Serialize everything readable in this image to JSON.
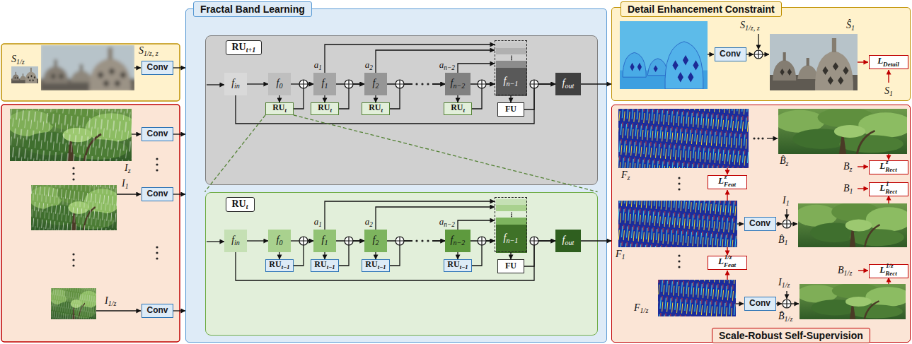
{
  "diagram": {
    "nodes": [
      {
        "text": [
          "Conv"
        ]
      },
      {
        "text": [
          "Conv"
        ]
      },
      {
        "text": [
          "Conv"
        ]
      },
      {
        "text": [
          "Conv"
        ]
      },
      {
        "text": [
          "Fractal Band Learning"
        ]
      },
      {
        "text": [
          "RUt+1"
        ],
        "in": 4
      },
      {
        "text": [
          "fin"
        ],
        "in": 5
      },
      {
        "text": [
          "f0"
        ],
        "in": 5
      },
      {
        "text": [
          "f1"
        ],
        "in": 5
      },
      {
        "text": [
          "f2"
        ],
        "in": 5
      },
      {
        "text": [
          "fn−2"
        ],
        "in": 5
      },
      {
        "text": [
          "fn−1"
        ],
        "in": 5
      },
      {
        "text": [
          "fout"
        ],
        "in": 5
      },
      {
        "text": [
          "RUt"
        ],
        "in": 5
      },
      {
        "text": [
          "RUt"
        ],
        "in": 5
      },
      {
        "text": [
          "RUt"
        ],
        "in": 5
      },
      {
        "text": [
          "RUt"
        ],
        "in": 5
      },
      {
        "text": [
          "FU"
        ],
        "in": 5
      },
      {
        "text": [
          "RUt"
        ],
        "in": 4
      },
      {
        "text": [
          "fin"
        ],
        "in": 18
      },
      {
        "text": [
          "f0"
        ],
        "in": 18
      },
      {
        "text": [
          "f1"
        ],
        "in": 18
      },
      {
        "text": [
          "f2"
        ],
        "in": 18
      },
      {
        "text": [
          "fn−2"
        ],
        "in": 18
      },
      {
        "text": [
          "fn−1"
        ],
        "in": 18
      },
      {
        "text": [
          "fout"
        ],
        "in": 18
      },
      {
        "text": [
          "RUt−1"
        ],
        "in": 18
      },
      {
        "text": [
          "RUt−1"
        ],
        "in": 18
      },
      {
        "text": [
          "RUt−1"
        ],
        "in": 18
      },
      {
        "text": [
          "RUt−1"
        ],
        "in": 18
      },
      {
        "text": [
          "FU"
        ],
        "in": 18
      },
      {
        "text": [
          "Detail Enhancement Constraint"
        ]
      },
      {
        "text": [
          "Conv"
        ],
        "in": 31
      },
      {
        "text": [
          "LDetail"
        ],
        "in": 31
      },
      {
        "text": [
          "Scale-Robust Self-Supervision"
        ]
      },
      {
        "text": [
          "LFeatz"
        ],
        "in": 34
      },
      {
        "text": [
          "LFeat1/z"
        ],
        "in": 34
      },
      {
        "text": [
          "Conv"
        ],
        "in": 34
      },
      {
        "text": [
          "Conv"
        ],
        "in": 34
      },
      {
        "text": [
          "LRectz"
        ],
        "in": 34
      },
      {
        "text": [
          "LRect1"
        ],
        "in": 34
      },
      {
        "text": [
          "LRect1/z"
        ],
        "in": 34
      }
    ],
    "edges": [
      {
        "from": 0,
        "to": 4,
        "arrow": "to"
      },
      {
        "from": 1,
        "to": 4,
        "arrow": "to"
      },
      {
        "from": 2,
        "to": 4,
        "arrow": "to"
      },
      {
        "from": 3,
        "to": 4,
        "arrow": "to"
      },
      {
        "from": 6,
        "to": 7,
        "arrow": "to"
      },
      {
        "from": 7,
        "to": 13,
        "arrow": "to"
      },
      {
        "from": 13,
        "to": 8,
        "arrow": "to"
      },
      {
        "from": 7,
        "to": 8,
        "arrow": "to"
      },
      {
        "from": 8,
        "to": 14,
        "arrow": "to"
      },
      {
        "from": 14,
        "to": 9,
        "arrow": "to"
      },
      {
        "from": 8,
        "to": 9,
        "arrow": "to"
      },
      {
        "from": 9,
        "to": 15,
        "arrow": "to"
      },
      {
        "from": 15,
        "to": 10,
        "arrow": "to"
      },
      {
        "from": 9,
        "to": 10,
        "arrow": "to"
      },
      {
        "from": 10,
        "to": 16,
        "arrow": "to"
      },
      {
        "from": 16,
        "to": 11,
        "arrow": "to"
      },
      {
        "from": 10,
        "to": 11,
        "arrow": "to"
      },
      {
        "from": 11,
        "to": 17,
        "arrow": "to"
      },
      {
        "from": 17,
        "to": 12,
        "arrow": "to"
      },
      {
        "from": 6,
        "to": 12,
        "arrow": "to"
      },
      {
        "from": 8,
        "to": 11,
        "label": "a1",
        "arrow": "to"
      },
      {
        "from": 9,
        "to": 11,
        "label": "a2",
        "arrow": "to"
      },
      {
        "from": 10,
        "to": 11,
        "label": "an−2",
        "arrow": "to"
      },
      {
        "from": 19,
        "to": 20,
        "arrow": "to"
      },
      {
        "from": 20,
        "to": 26,
        "arrow": "to"
      },
      {
        "from": 26,
        "to": 21,
        "arrow": "to"
      },
      {
        "from": 20,
        "to": 21,
        "arrow": "to"
      },
      {
        "from": 21,
        "to": 27,
        "arrow": "to"
      },
      {
        "from": 27,
        "to": 22,
        "arrow": "to"
      },
      {
        "from": 21,
        "to": 22,
        "arrow": "to"
      },
      {
        "from": 22,
        "to": 28,
        "arrow": "to"
      },
      {
        "from": 28,
        "to": 23,
        "arrow": "to"
      },
      {
        "from": 22,
        "to": 23,
        "arrow": "to"
      },
      {
        "from": 23,
        "to": 29,
        "arrow": "to"
      },
      {
        "from": 29,
        "to": 24,
        "arrow": "to"
      },
      {
        "from": 23,
        "to": 24,
        "arrow": "to"
      },
      {
        "from": 24,
        "to": 30,
        "arrow": "to"
      },
      {
        "from": 30,
        "to": 25,
        "arrow": "to"
      },
      {
        "from": 19,
        "to": 25,
        "arrow": "to"
      },
      {
        "from": 21,
        "to": 24,
        "label": "a1",
        "arrow": "to"
      },
      {
        "from": 22,
        "to": 24,
        "label": "a2",
        "arrow": "to"
      },
      {
        "from": 23,
        "to": 24,
        "label": "an−2",
        "arrow": "to"
      },
      {
        "from": 13,
        "to": 18,
        "arrow": "none"
      },
      {
        "from": 12,
        "to": 31,
        "arrow": "to"
      },
      {
        "from": 25,
        "to": 34,
        "arrow": "to"
      }
    ],
    "labels": [
      "S1/z",
      "S1/z, z",
      "Iz",
      "I1",
      "I1/z",
      "S1/z, z",
      "Ŝ1",
      "S1",
      "Fz",
      "B̂z",
      "Bz",
      "B1",
      "I1",
      "F1",
      "B̂1",
      "B1/z",
      "I1/z",
      "F1/z",
      "B̂1/z"
    ]
  }
}
